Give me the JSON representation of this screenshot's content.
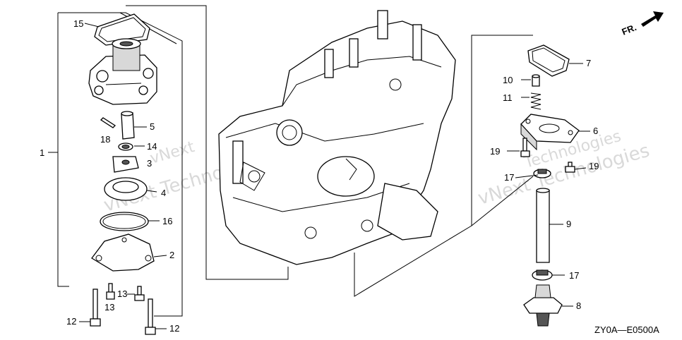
{
  "diagram_code": "ZY0A—E0500A",
  "direction_marker": "FR.",
  "watermarks": [
    "vNext Technologies",
    "vNext Technologies",
    "vNext",
    "Technologies"
  ],
  "callouts": {
    "c1": "1",
    "c2": "2",
    "c3": "3",
    "c4": "4",
    "c5": "5",
    "c6": "6",
    "c7": "7",
    "c8": "8",
    "c9": "9",
    "c10": "10",
    "c11": "11",
    "c12a": "12",
    "c12b": "12",
    "c13a": "13",
    "c13b": "13",
    "c14": "14",
    "c15": "15",
    "c16": "16",
    "c17a": "17",
    "c17b": "17",
    "c18": "18",
    "c19a": "19",
    "c19b": "19"
  },
  "colors": {
    "line": "#000000",
    "watermark": "#c9c9c9",
    "background": "#ffffff"
  }
}
